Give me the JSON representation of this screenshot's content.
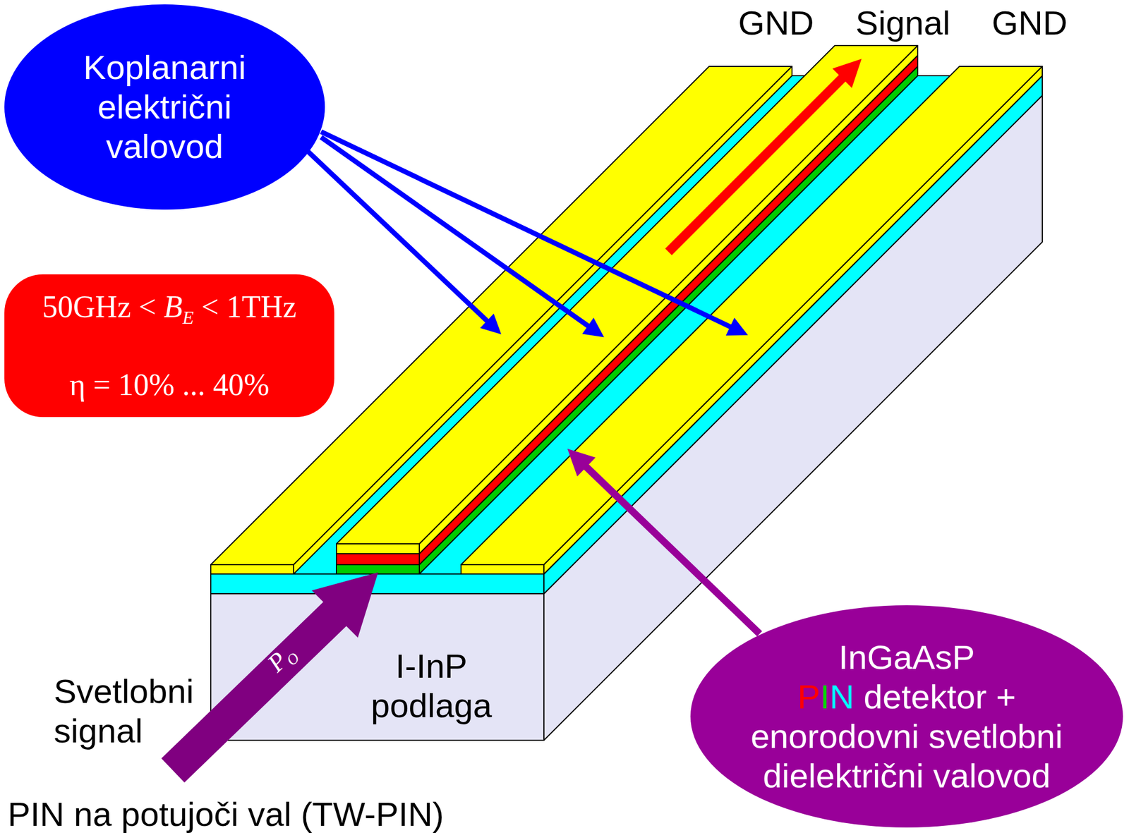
{
  "diagram": {
    "nodes": [
      {
        "text": [
          "Koplanarni električni valovod"
        ]
      },
      {
        "text": [
          "50GHz < BE < 1THz",
          "η = 10% ... 40%"
        ]
      },
      {
        "text": [
          "InGaAsP PIN detektor + enorodovni svetlobni dielektrični valovod"
        ]
      }
    ],
    "labels": [
      "GND",
      "Signal",
      "GND",
      "I-InP podlaga",
      "Svetlobni signal",
      "PO",
      "PIN na potujoči val (TW-PIN)"
    ]
  }
}
